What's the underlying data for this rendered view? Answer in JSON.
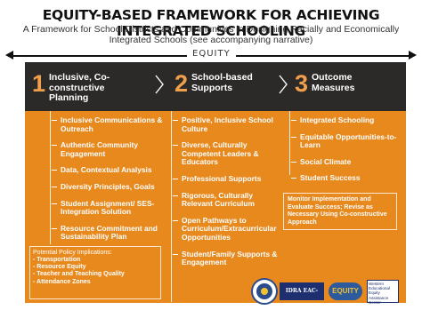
{
  "header": {
    "title": "EQUITY-BASED FRAMEWORK FOR ACHIEVING INTEGRATED SCHOOLING",
    "subtitle": "A Framework for School Districts and Communities in Designing Racially and Economically Integrated Schools (see accompanying narrative)",
    "equity_label": "EQUITY"
  },
  "stages": [
    {
      "number": "1",
      "label": "Inclusive, Co-constructive Planning"
    },
    {
      "number": "2",
      "label": "School-based Supports"
    },
    {
      "number": "3",
      "label": "Outcome Measures"
    }
  ],
  "columns": [
    {
      "items": [
        "Inclusive Communications & Outreach",
        "Authentic Community Engagement",
        "Data, Contextual Analysis",
        "Diversity Principles, Goals",
        "Student Assignment/ SES-Integration Solution",
        "Resource Commitment and Sustainability Plan"
      ]
    },
    {
      "items": [
        "Positive, Inclusive School Culture",
        "Diverse, Culturally Competent Leaders & Educators",
        "Professional Supports",
        "Rigorous, Culturally Relevant Curriculum",
        "Open Pathways to Curriculum/Extracurricular Opportunities",
        "Student/Family Supports & Engagement"
      ]
    },
    {
      "items": [
        "Integrated Schooling",
        "Equitable Opportunities-to-Learn",
        "Social Climate",
        "Student Success"
      ]
    }
  ],
  "policy": {
    "heading": "Potential Policy Implications:",
    "items": [
      "- Transportation",
      "- Resource Equity",
      "- Teacher and Teaching Quality",
      "- Attendance Zones"
    ]
  },
  "monitor_text": "Monitor Implementation and Evaluate Success; Revise as Necessary Using Co-constructive Approach",
  "logos": {
    "idra_text": "IDRA EAC-South",
    "equity_text": "EQUITY",
    "western_text": "Western Educational Equity Assistance Center"
  },
  "colors": {
    "orange": "#e8891e",
    "dark": "#2c2a29",
    "number": "#f0a04b"
  }
}
